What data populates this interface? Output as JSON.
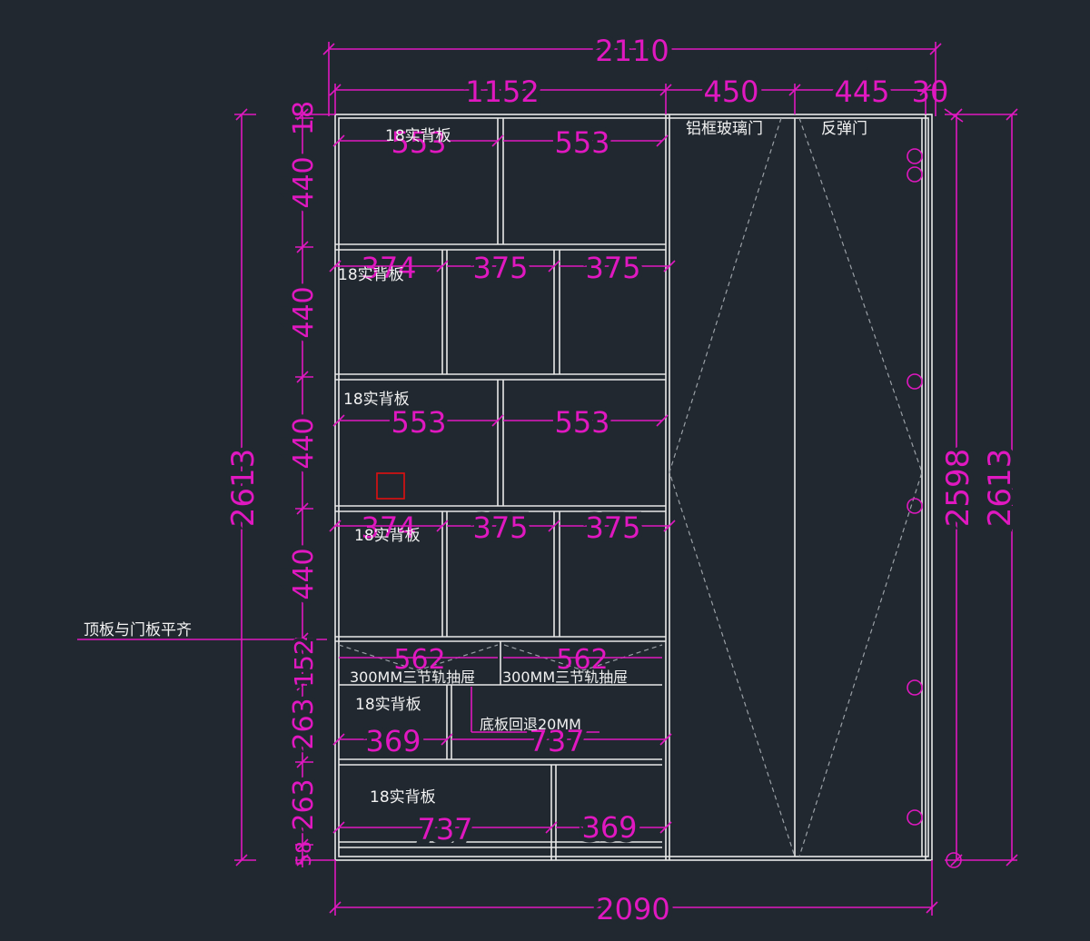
{
  "colors": {
    "background": "#212830",
    "dimension": "#e018c0",
    "geometry": "#e8e8e8",
    "marker": "#e01010"
  },
  "dims": {
    "overall_top": "2110",
    "overall_bottom": "2090",
    "sec_left": "1152",
    "sec_mid": "450",
    "sec_right": "445",
    "sec_gap": "30",
    "left_total": "2613",
    "right_inner": "2598",
    "right_total": "2613",
    "v_top": "18",
    "v1": "440",
    "v2": "440",
    "v3": "440",
    "v4": "440",
    "v5": "152",
    "v6": "263",
    "v7": "263",
    "v8": "58",
    "r1a": "553",
    "r1b": "553",
    "r2a": "374",
    "r2b": "375",
    "r2c": "375",
    "r3a": "553",
    "r3b": "553",
    "r4a": "374",
    "r4b": "375",
    "r4c": "375",
    "r5a": "562",
    "r5b": "562",
    "r6a": "369",
    "r6b": "737",
    "r7a": "737",
    "r7b": "369"
  },
  "labels": {
    "backboard": "18实背板",
    "glass_door": "铝框玻璃门",
    "rebound_door": "反弹门",
    "top_flush": "顶板与门板平齐",
    "drawer": "300MM三节轨抽屉",
    "floor_setback": "底板回退20MM"
  }
}
